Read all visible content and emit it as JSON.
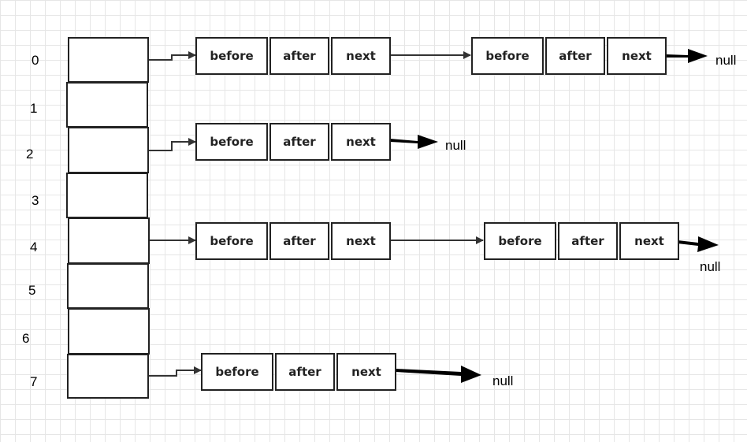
{
  "buckets": [
    {
      "index": "0"
    },
    {
      "index": "1"
    },
    {
      "index": "2"
    },
    {
      "index": "3"
    },
    {
      "index": "4"
    },
    {
      "index": "5"
    },
    {
      "index": "6"
    },
    {
      "index": "7"
    }
  ],
  "node_fields": {
    "before": "before",
    "after": "after",
    "next": "next"
  },
  "chains": [
    {
      "bucket": "0",
      "nodes": 2,
      "terminal": "null"
    },
    {
      "bucket": "2",
      "nodes": 1,
      "terminal": "null"
    },
    {
      "bucket": "4",
      "nodes": 2,
      "terminal": "null"
    },
    {
      "bucket": "7",
      "nodes": 1,
      "terminal": "null"
    }
  ],
  "colors": {
    "stroke": "#222222",
    "grid": "#e6e6e6",
    "background": "#ffffff"
  }
}
